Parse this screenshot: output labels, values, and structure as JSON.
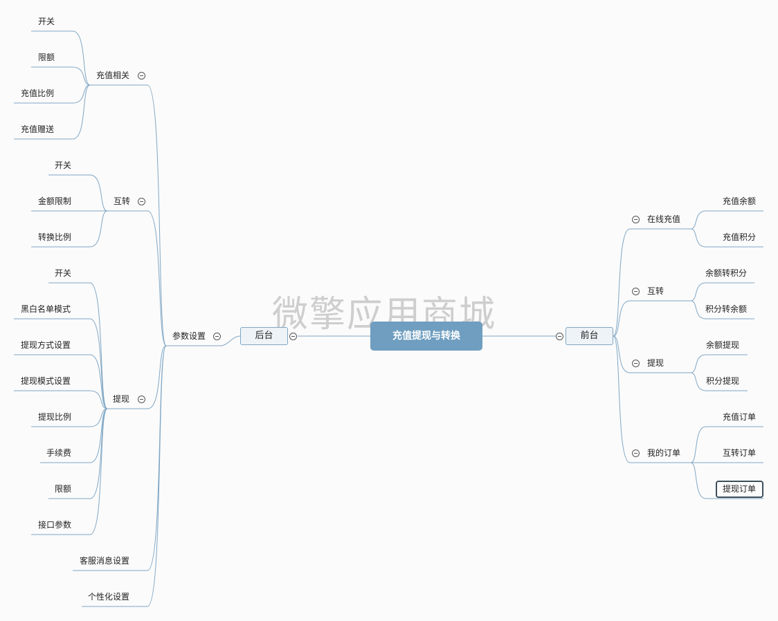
{
  "diagram": {
    "root": "充值提现与转换",
    "watermark": "微擎应用商城",
    "left": {
      "label": "后台",
      "child": {
        "label": "参数设置",
        "groups": [
          {
            "label": "充值相关",
            "items": [
              "开关",
              "限额",
              "充值比例",
              "充值赠送"
            ]
          },
          {
            "label": "互转",
            "items": [
              "开关",
              "金额限制",
              "转换比例"
            ]
          },
          {
            "label": "提现",
            "items": [
              "开关",
              "黑白名单模式",
              "提现方式设置",
              "提现模式设置",
              "提现比例",
              "手续费",
              "限额",
              "接口参数"
            ]
          }
        ],
        "extra": [
          "客服消息设置",
          "个性化设置"
        ]
      }
    },
    "right": {
      "label": "前台",
      "groups": [
        {
          "label": "在线充值",
          "items": [
            "充值余额",
            "充值积分"
          ]
        },
        {
          "label": "互转",
          "items": [
            "余额转积分",
            "积分转余额"
          ]
        },
        {
          "label": "提现",
          "items": [
            "余额提现",
            "积分提现"
          ]
        },
        {
          "label": "我的订单",
          "items": [
            "充值订单",
            "互转订单",
            "提现订单"
          ]
        }
      ]
    }
  },
  "colors": {
    "line": "#7fa6c4",
    "root": "#6f9ec0",
    "selected": "#3d4f5c"
  }
}
